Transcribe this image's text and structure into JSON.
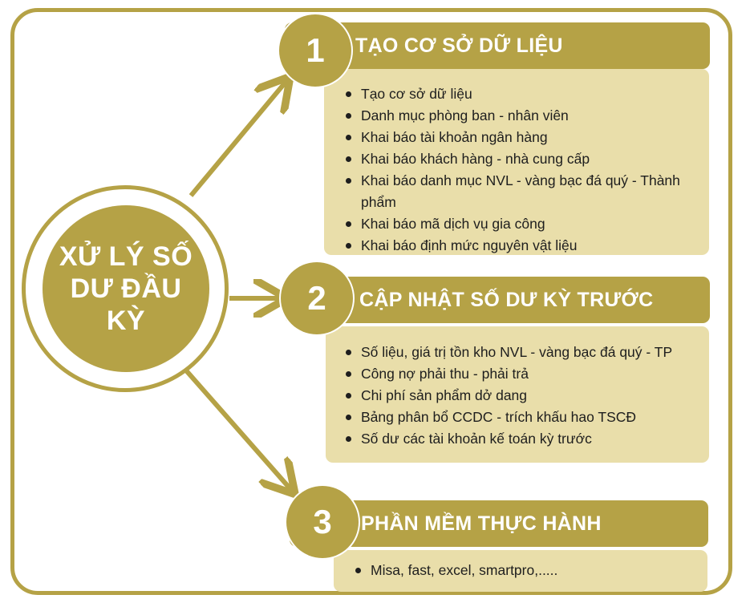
{
  "center": {
    "title": "XỬ LÝ SỐ DƯ ĐẦU KỲ"
  },
  "sections": [
    {
      "number": "1",
      "title": "TẠO CƠ SỞ DỮ LIỆU",
      "items": [
        "Tạo cơ sở dữ liệu",
        "Danh mục phòng ban - nhân viên",
        "Khai báo tài khoản ngân hàng",
        "Khai báo khách hàng - nhà cung cấp",
        "Khai báo danh mục NVL - vàng bạc đá quý - Thành phẩm",
        "Khai báo mã dịch vụ gia công",
        "Khai báo định mức nguyên vật liệu"
      ]
    },
    {
      "number": "2",
      "title": "CẬP NHẬT SỐ DƯ KỲ TRƯỚC",
      "items": [
        "Số liệu, giá trị tồn kho NVL - vàng bạc đá quý - TP",
        "Công nợ phải thu - phải trả",
        "Chi phí sản phẩm dở dang",
        "Bảng phân bổ CCDC - trích khấu hao TSCĐ",
        "Số dư các tài khoản kế toán kỳ trước"
      ]
    },
    {
      "number": "3",
      "title": "PHẦN MỀM THỰC HÀNH",
      "items": [
        "Misa, fast, excel, smartpro,....."
      ]
    }
  ],
  "colors": {
    "gold": "#b5a246",
    "light": "#e9deaa",
    "text": "#1e1e1e"
  }
}
